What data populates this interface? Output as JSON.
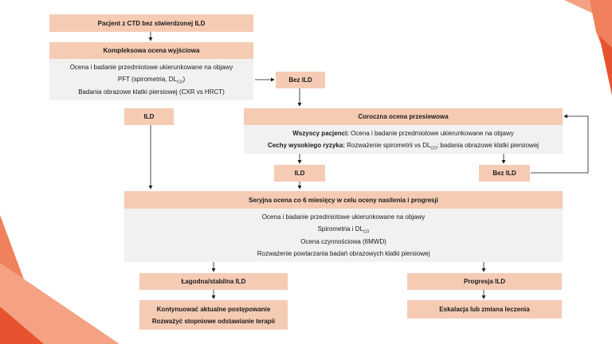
{
  "nodes": {
    "start": "Pacjent z CTD bez stwierdzonej ILD",
    "baseline_title": "Kompleksowa ocena wyjściowa",
    "baseline_line1": "Ocena i badanie przedmiotowe ukierunkowane na objawy",
    "baseline_line2_pre": "PFT (spirometria, DL",
    "baseline_line2_sub": "CO",
    "baseline_line2_post": ")",
    "baseline_line3": "Badania obrazowe klatki piersiowej (CXR vs HRCT)",
    "ild_left": "ILD",
    "no_ild_top": "Bez ILD",
    "annual_title": "Coroczna ocena przesiewowa",
    "annual_l1_bold": "Wszyscy pacjenci:",
    "annual_l1_text": " Ocena i badanie przedmiotowe ukierunkowane na objawy",
    "annual_l2_bold": "Cechy wysokiego ryzyka:",
    "annual_l2_pre": " Rozważenie spirometrii vs DL",
    "annual_l2_sub": "CO",
    "annual_l2_post": "; badania obrazowe klatki piersiowej",
    "ild_mid": "ILD",
    "no_ild_right": "Bez ILD",
    "serial_title": "Seryjna ocena co 6 miesięcy w celu oceny nasilenia i progresji",
    "serial_l1": "Ocena i badanie przedmiotowe ukierunkowane na objawy",
    "serial_l2_pre": "Spirometria i DL",
    "serial_l2_sub": "CO",
    "serial_l3": "Ocena czynnościowa (6MWD)",
    "serial_l4": "Rozważenie powtarzania badań obrazowych klatki piersiowej",
    "mild": "Łagodna/stabilna ILD",
    "progression": "Progresja ILD",
    "continue_l1": "Kontynuować aktualne postępowanie",
    "continue_l2": "Rozważyć stopniowe odstawianie terapii",
    "escalation": "Eskalacja lub zmiana leczenia"
  },
  "colors": {
    "header_fill": "#f6cbb4",
    "body_fill": "#f2f1f0",
    "accent_orange": "#f0815c",
    "accent_red": "#e8532f"
  }
}
